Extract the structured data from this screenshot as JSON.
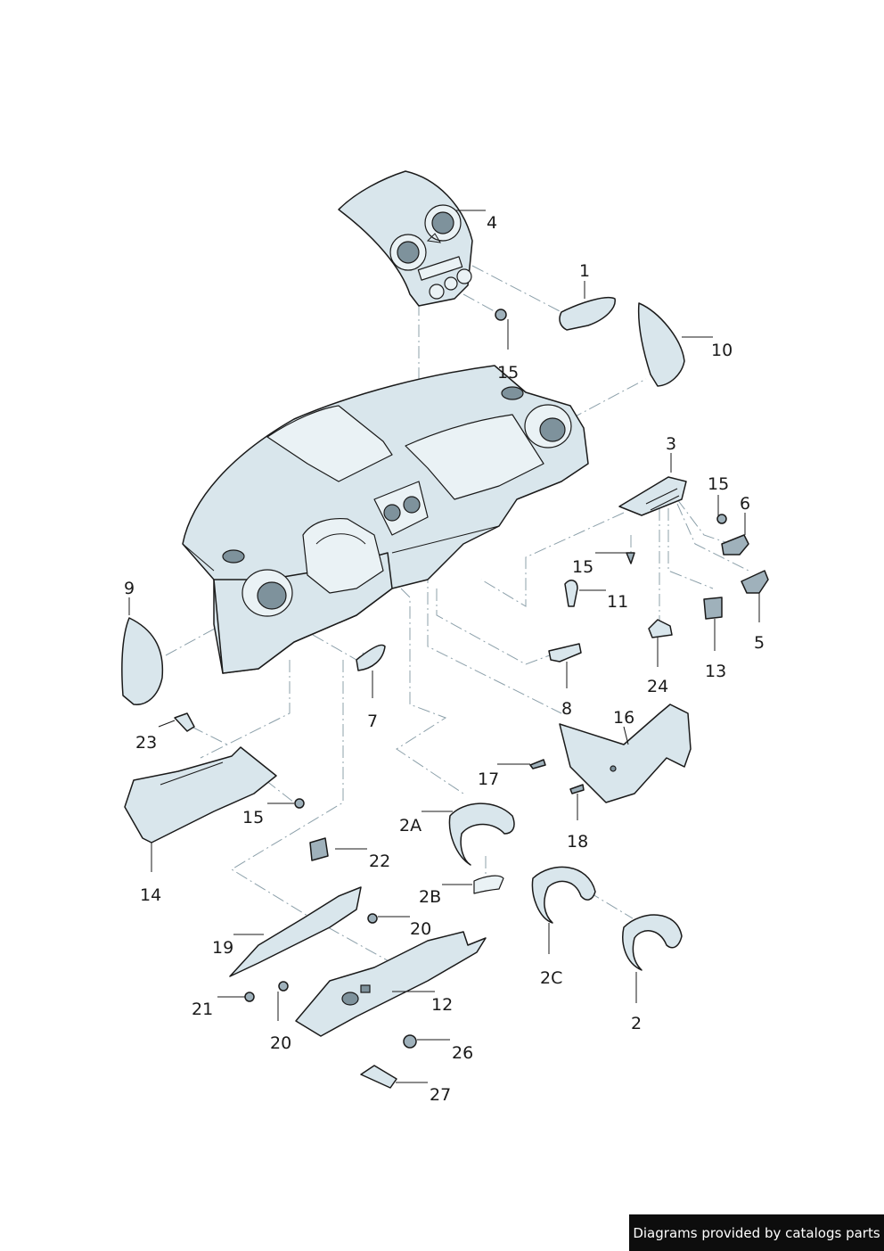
{
  "callouts": {
    "c1": "1",
    "c2": "2",
    "c2A": "2A",
    "c2B": "2B",
    "c2C": "2C",
    "c3": "3",
    "c4": "4",
    "c5": "5",
    "c6": "6",
    "c7": "7",
    "c8": "8",
    "c9": "9",
    "c10": "10",
    "c11": "11",
    "c12": "12",
    "c13": "13",
    "c14": "14",
    "c15a": "15",
    "c15b": "15",
    "c15c": "15",
    "c15d": "15",
    "c16": "16",
    "c17": "17",
    "c18": "18",
    "c19": "19",
    "c20a": "20",
    "c20b": "20",
    "c21": "21",
    "c22": "22",
    "c23": "23",
    "c24": "24",
    "c26": "26",
    "c27": "27"
  },
  "watermark": "Diagrams provided by catalogs parts"
}
